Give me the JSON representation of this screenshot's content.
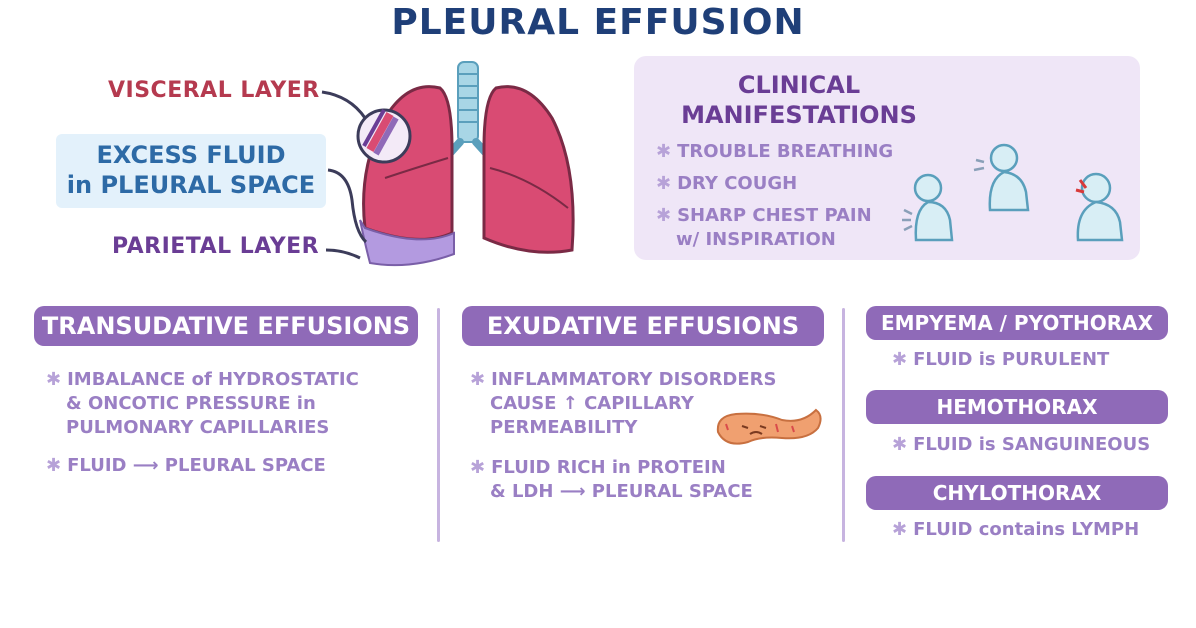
{
  "title": "PLEURAL EFFUSION",
  "diagram": {
    "visceral_label": "VISCERAL LAYER",
    "excess_line1": "EXCESS FLUID",
    "excess_line2": "in PLEURAL SPACE",
    "parietal_label": "PARIETAL LAYER"
  },
  "clinical": {
    "title_line1": "CLINICAL",
    "title_line2": "MANIFESTATIONS",
    "items": [
      "TROUBLE BREATHING",
      "DRY COUGH",
      "SHARP CHEST PAIN"
    ],
    "item3_line2": "w/ INSPIRATION"
  },
  "transudative": {
    "title": "TRANSUDATIVE EFFUSIONS",
    "b1_l1": "IMBALANCE of HYDROSTATIC",
    "b1_l2": "& ONCOTIC PRESSURE in",
    "b1_l3": "PULMONARY CAPILLARIES",
    "b2": "FLUID ⟶ PLEURAL SPACE"
  },
  "exudative": {
    "title": "EXUDATIVE EFFUSIONS",
    "b1_l1": "INFLAMMATORY DISORDERS",
    "b1_l2": "CAUSE ↑ CAPILLARY",
    "b1_l3": "PERMEABILITY",
    "b2_l1": "FLUID RICH in PROTEIN",
    "b2_l2": "& LDH ⟶ PLEURAL SPACE"
  },
  "types": [
    {
      "title": "EMPYEMA / PYOTHORAX",
      "desc": "FLUID is PURULENT"
    },
    {
      "title": "HEMOTHORAX",
      "desc": "FLUID is SANGUINEOUS"
    },
    {
      "title": "CHYLOTHORAX",
      "desc": "FLUID contains LYMPH"
    }
  ],
  "colors": {
    "title": "#1f3f78",
    "lung": "#d94b73",
    "fluid": "#b39ae0",
    "pill": "#8f6ab8",
    "clinical_bg": "#efe6f7",
    "excess_bg": "#e3f1fb"
  }
}
